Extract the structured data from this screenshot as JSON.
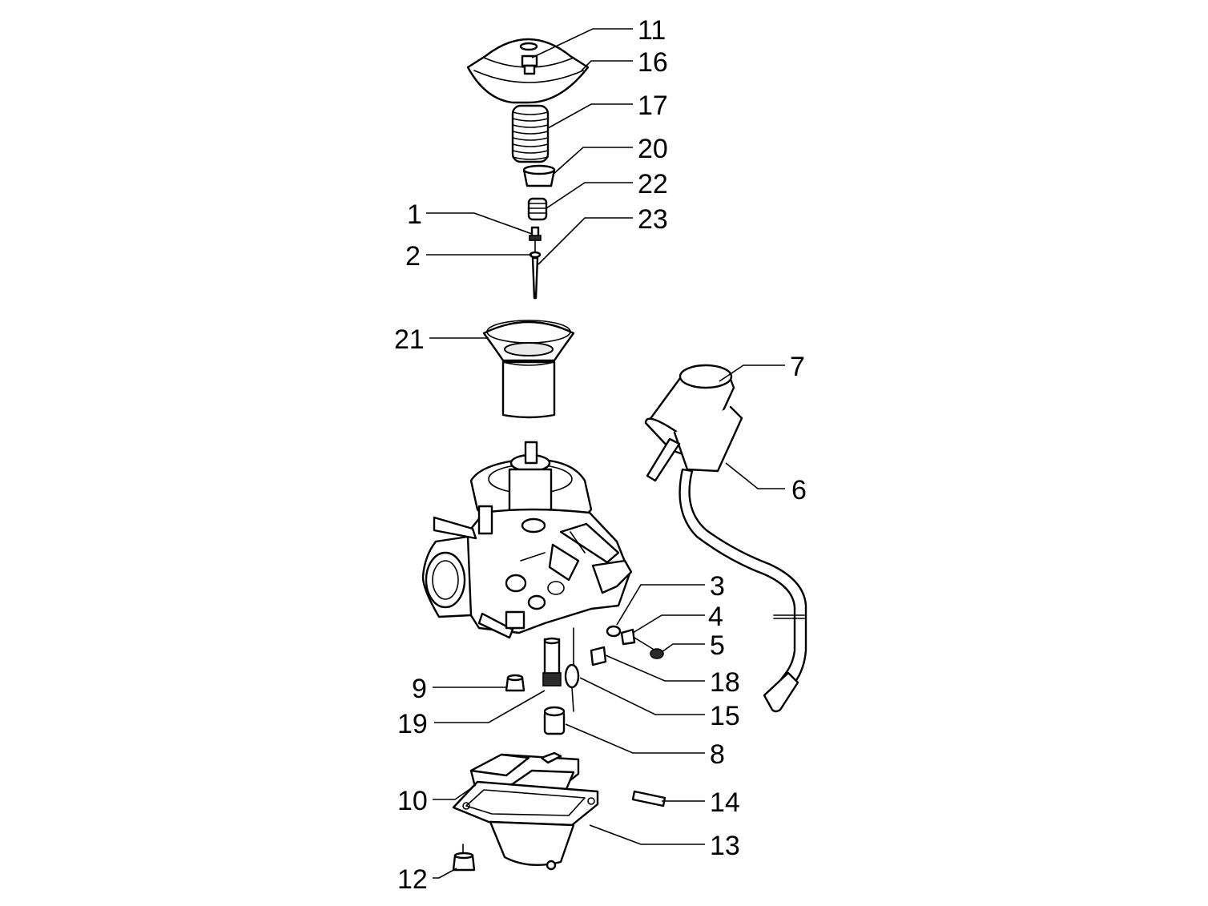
{
  "diagram": {
    "colors": {
      "line": "#000000",
      "background": "#ffffff"
    },
    "callouts": [
      {
        "id": "c11",
        "number": "11"
      },
      {
        "id": "c16",
        "number": "16"
      },
      {
        "id": "c17",
        "number": "17"
      },
      {
        "id": "c20",
        "number": "20"
      },
      {
        "id": "c22",
        "number": "22"
      },
      {
        "id": "c23",
        "number": "23"
      },
      {
        "id": "c1",
        "number": "1"
      },
      {
        "id": "c2",
        "number": "2"
      },
      {
        "id": "c21",
        "number": "21"
      },
      {
        "id": "c7",
        "number": "7"
      },
      {
        "id": "c6",
        "number": "6"
      },
      {
        "id": "c3",
        "number": "3"
      },
      {
        "id": "c4",
        "number": "4"
      },
      {
        "id": "c5",
        "number": "5"
      },
      {
        "id": "c18",
        "number": "18"
      },
      {
        "id": "c9",
        "number": "9"
      },
      {
        "id": "c15",
        "number": "15"
      },
      {
        "id": "c19",
        "number": "19"
      },
      {
        "id": "c8",
        "number": "8"
      },
      {
        "id": "c10",
        "number": "10"
      },
      {
        "id": "c14",
        "number": "14"
      },
      {
        "id": "c13",
        "number": "13"
      },
      {
        "id": "c12",
        "number": "12"
      }
    ]
  }
}
